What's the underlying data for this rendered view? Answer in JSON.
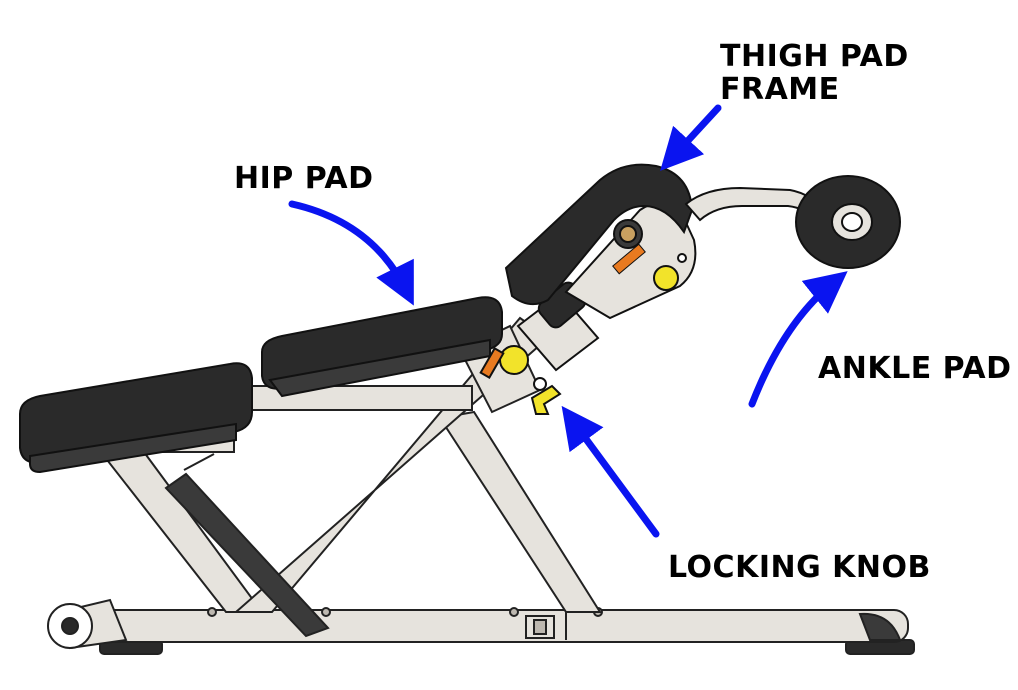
{
  "labels": {
    "thigh_pad_frame_line1": "THIGH PAD",
    "thigh_pad_frame_line2": "FRAME",
    "hip_pad": "HIP PAD",
    "ankle_pad": "ANKLE PAD",
    "locking_knob": "LOCKING KNOB"
  },
  "colors": {
    "arrow": "#0a14f0",
    "pad": "#2a2a2a",
    "frame": "#e6e3dd",
    "outline": "#222222",
    "knob": "#f2e32a",
    "background": "#ffffff"
  }
}
